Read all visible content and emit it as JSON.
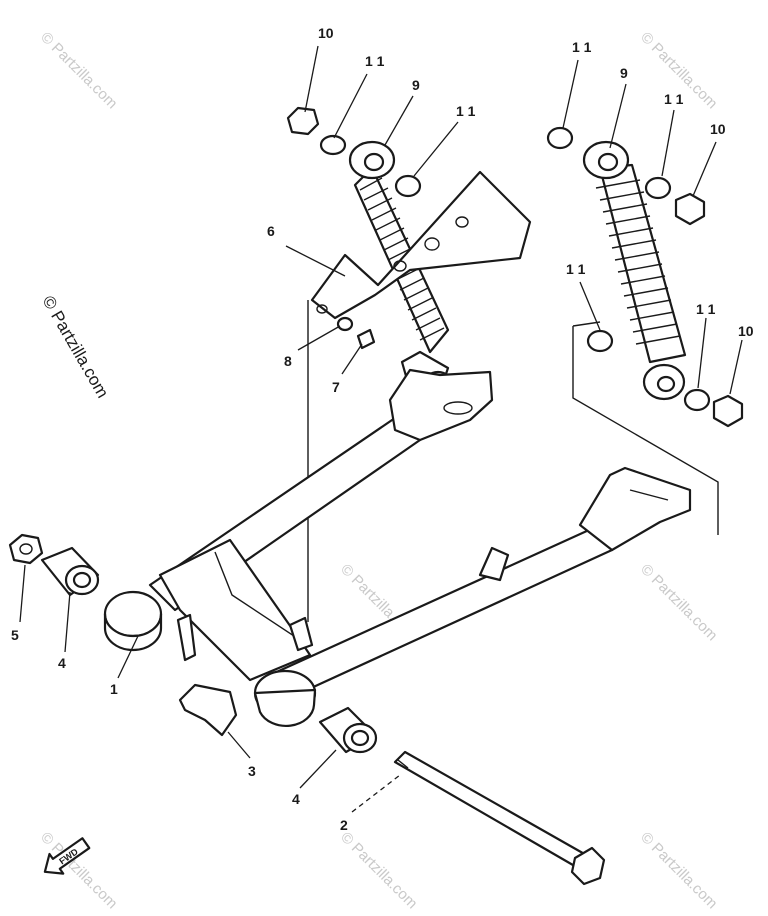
{
  "watermark": {
    "text": "© Partzilla.com"
  },
  "forward_marker": {
    "text": "FWD"
  },
  "callouts": [
    {
      "id": "c10a",
      "label": "10"
    },
    {
      "id": "c11a",
      "label": "1 1"
    },
    {
      "id": "c9a",
      "label": "9"
    },
    {
      "id": "c11b",
      "label": "1 1"
    },
    {
      "id": "c11c",
      "label": "1 1"
    },
    {
      "id": "c9b",
      "label": "9"
    },
    {
      "id": "c11d",
      "label": "1 1"
    },
    {
      "id": "c10b",
      "label": "10"
    },
    {
      "id": "c6",
      "label": "6"
    },
    {
      "id": "c11e",
      "label": "1 1"
    },
    {
      "id": "c11f",
      "label": "1 1"
    },
    {
      "id": "c10c",
      "label": "10"
    },
    {
      "id": "c8",
      "label": "8"
    },
    {
      "id": "c7",
      "label": "7"
    },
    {
      "id": "c5",
      "label": "5"
    },
    {
      "id": "c4a",
      "label": "4"
    },
    {
      "id": "c1",
      "label": "1"
    },
    {
      "id": "c3",
      "label": "3"
    },
    {
      "id": "c4b",
      "label": "4"
    },
    {
      "id": "c2",
      "label": "2"
    }
  ]
}
